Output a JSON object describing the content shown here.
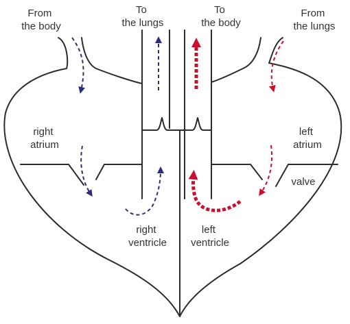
{
  "labels": {
    "from_body": [
      "From",
      "the body"
    ],
    "to_lungs": [
      "To",
      "the lungs"
    ],
    "to_body": [
      "To",
      "the body"
    ],
    "from_lungs": [
      "From",
      "the lungs"
    ],
    "right_atrium": [
      "right",
      "atrium"
    ],
    "left_atrium": [
      "left",
      "atrium"
    ],
    "valve": "valve",
    "right_ventricle": [
      "right",
      "ventricle"
    ],
    "left_ventricle": [
      "left",
      "ventricle"
    ]
  },
  "colors": {
    "deoxygenated": "#2e2d7c",
    "oxygenated": "#c8102e",
    "outline": "#2b2b2b",
    "text": "#333333"
  }
}
